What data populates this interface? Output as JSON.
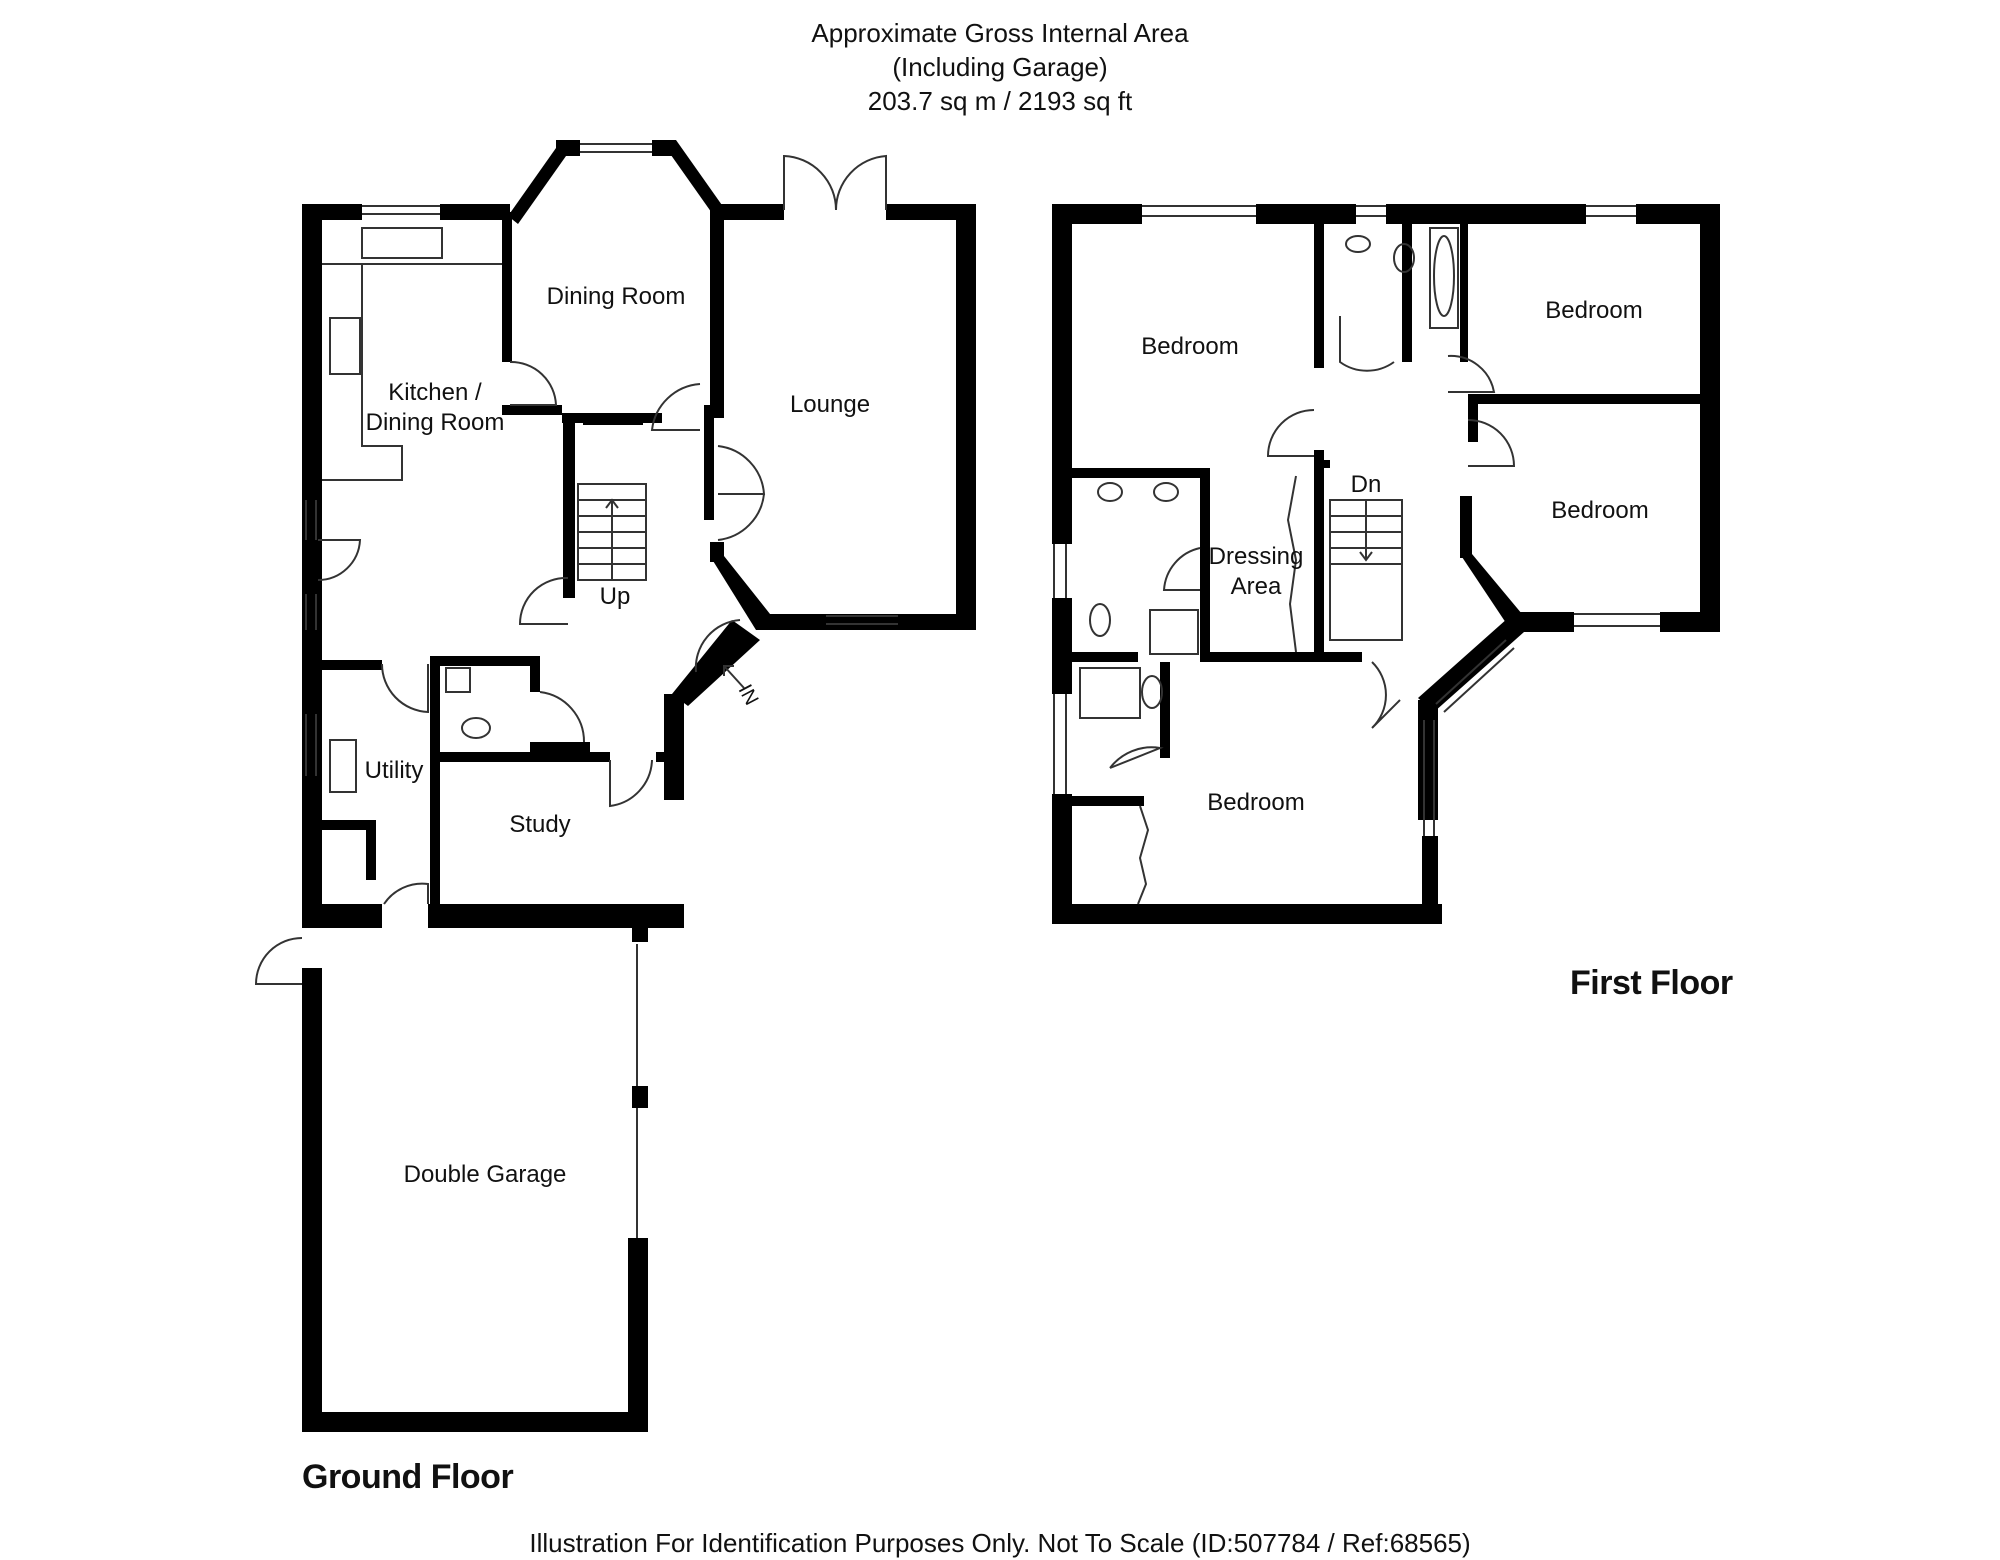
{
  "header": {
    "line1": "Approximate Gross Internal Area",
    "line2": "(Including Garage)",
    "line3": "203.7 sq m / 2193 sq ft"
  },
  "floors": {
    "ground": "Ground Floor",
    "first": "First Floor"
  },
  "rooms": {
    "ground": {
      "kitchen": "Kitchen /\nDining Room",
      "dining": "Dining Room",
      "lounge": "Lounge",
      "utility": "Utility",
      "study": "Study",
      "garage": "Double Garage",
      "stairs_up": "Up",
      "entrance": "IN"
    },
    "first": {
      "bedroom_1": "Bedroom",
      "bedroom_2": "Bedroom",
      "bedroom_3": "Bedroom",
      "bedroom_4": "Bedroom",
      "dressing": "Dressing\nArea",
      "stairs_down": "Dn"
    }
  },
  "footer": "Illustration For Identification Purposes Only. Not To Scale (ID:507784 / Ref:68565)",
  "colors": {
    "wall": "#000000",
    "background": "#ffffff",
    "fixture": "#555555"
  }
}
